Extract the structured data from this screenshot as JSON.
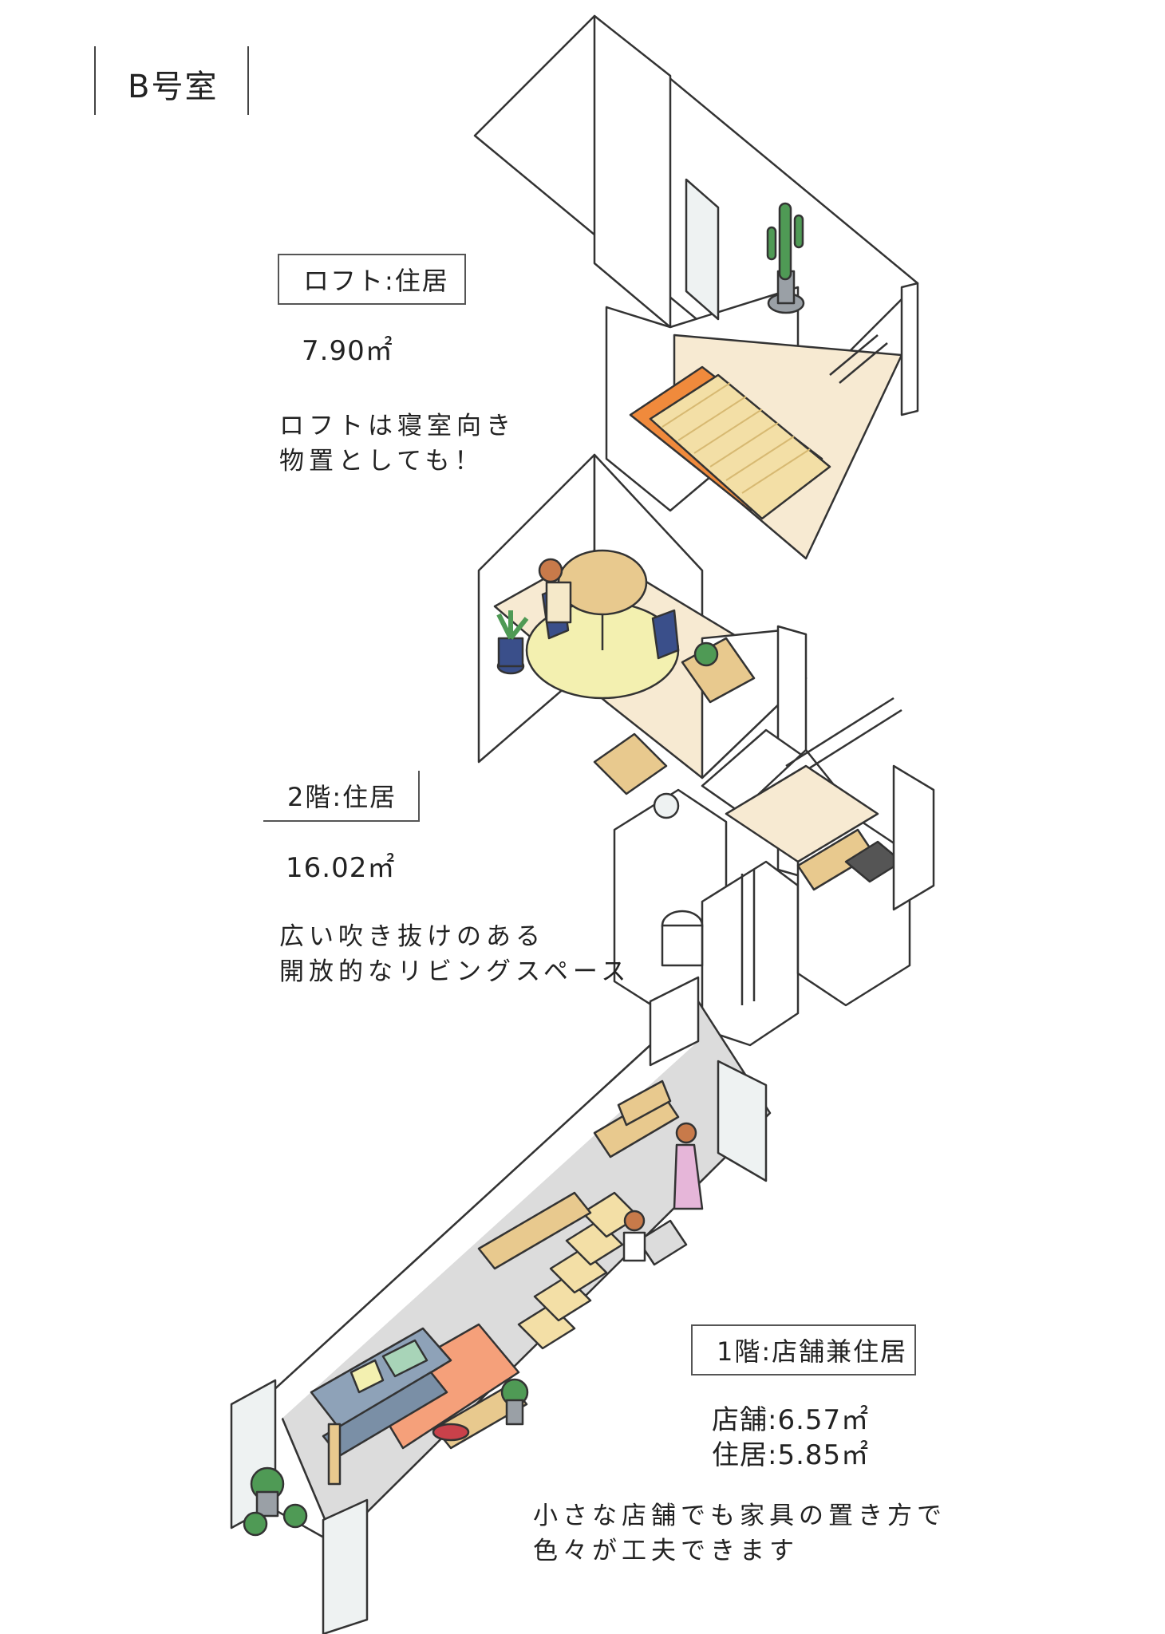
{
  "title": "B号室",
  "floors": [
    {
      "label": "ロフト:住居",
      "areas": [
        "7.90㎡"
      ],
      "desc": [
        "ロフトは寝室向き",
        "物置としても！"
      ]
    },
    {
      "label": "2階:住居",
      "areas": [
        "16.02㎡"
      ],
      "desc": [
        "広い吹き抜けのある",
        "開放的なリビングスペース"
      ]
    },
    {
      "label": "1階:店舗兼住居",
      "areas": [
        "店舗:6.57㎡",
        "住居:5.85㎡"
      ],
      "desc": [
        "小さな店舗でも家具の置き方で",
        "色々が工夫できます"
      ]
    }
  ],
  "colors": {
    "floor_beige": "#f7ead2",
    "floor_gray": "#dcdcdc",
    "line": "#333333",
    "bed": "#f3dfa6",
    "bed_frame": "#f08a3c",
    "rug_yellow": "#f3f0b0",
    "rug_orange": "#f5a07a",
    "sofa": "#8ea2b8",
    "plant": "#4f9a55",
    "table": "#e8c98e"
  }
}
